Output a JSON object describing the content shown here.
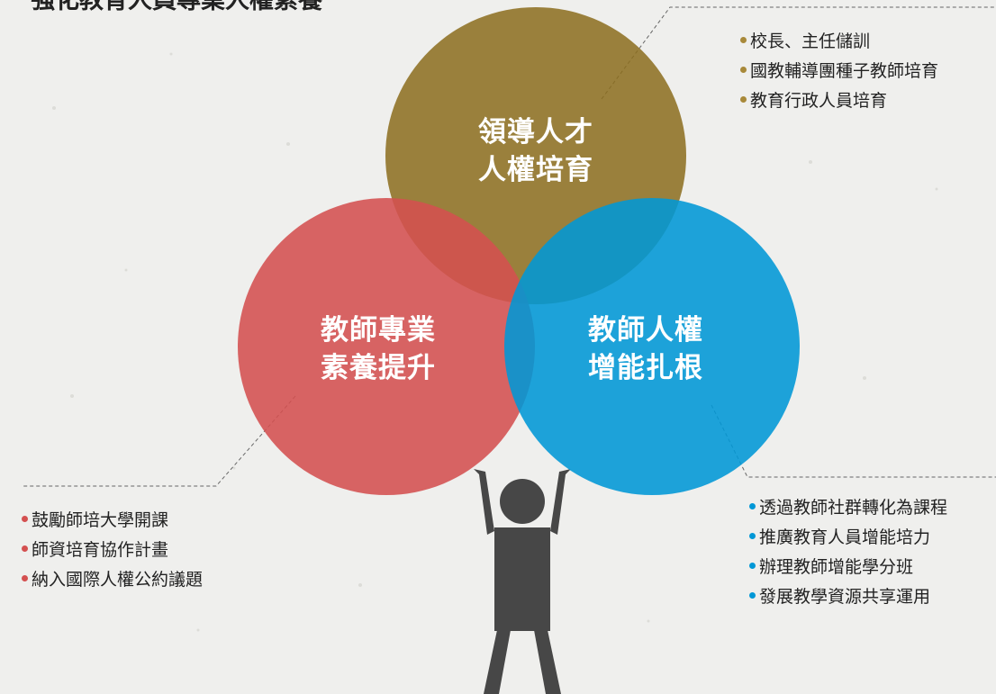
{
  "title_fragment": "強化教育人員專業人權素養",
  "circles": {
    "leadership": {
      "line1": "領導人才",
      "line2": "人權培育",
      "color": "#8c6e1e"
    },
    "professional": {
      "line1": "教師專業",
      "line2": "素養提升",
      "color": "#d45050"
    },
    "rights": {
      "line1": "教師人權",
      "line2": "增能扎根",
      "color": "#0097d6"
    }
  },
  "lists": {
    "leadership": {
      "items": [
        "校長、主任儲訓",
        "國教輔導團種子教師培育",
        "教育行政人員培育"
      ],
      "bullet_color": "#a8893a"
    },
    "professional": {
      "items": [
        "鼓勵師培大學開課",
        "師資培育協作計畫",
        "納入國際人權公約議題"
      ],
      "bullet_color": "#d45050"
    },
    "rights": {
      "items": [
        "透過教師社群轉化為課程",
        "推廣教育人員增能培力",
        "辦理教師增能學分班",
        "發展教學資源共享運用"
      ],
      "bullet_color": "#0097d6"
    }
  }
}
